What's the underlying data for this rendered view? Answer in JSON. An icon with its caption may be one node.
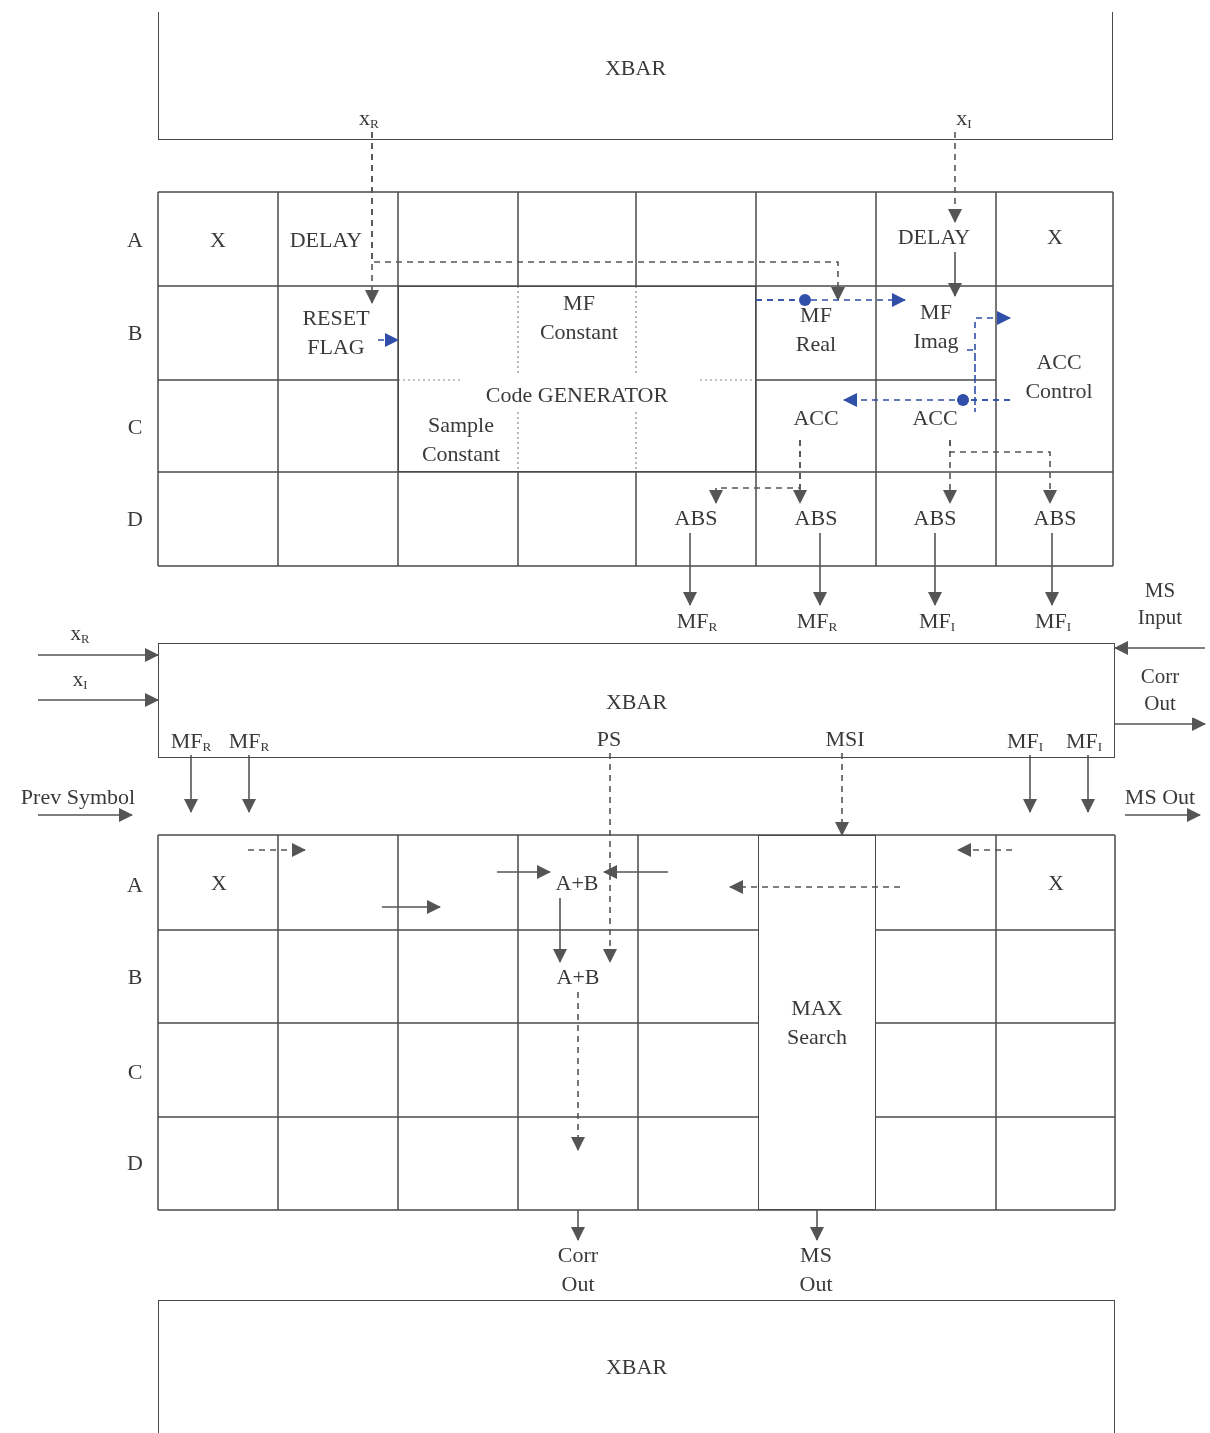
{
  "diagram": {
    "nodes": [
      {
        "text": [
          "XBAR"
        ]
      },
      {
        "text": [
          "x$_{R}$"
        ],
        "in": 0
      },
      {
        "text": [
          "x$_{I}$"
        ],
        "in": 0
      },
      {
        "text": [
          "X"
        ]
      },
      {
        "text": [
          "DELAY"
        ]
      },
      {
        "text": [
          "DELAY"
        ]
      },
      {
        "text": [
          "X"
        ]
      },
      {
        "text": [
          "RESET FLAG"
        ]
      },
      {
        "text": [
          "Code GENERATOR"
        ]
      },
      {
        "text": [
          "MF Constant"
        ],
        "in": 8
      },
      {
        "text": [
          "Sample Constant"
        ],
        "in": 8
      },
      {
        "text": [
          "MF Real"
        ]
      },
      {
        "text": [
          "MF Imag"
        ]
      },
      {
        "text": [
          "ACC Control"
        ]
      },
      {
        "text": [
          "ACC"
        ]
      },
      {
        "text": [
          "ACC"
        ]
      },
      {
        "text": [
          "ABS"
        ]
      },
      {
        "text": [
          "ABS"
        ]
      },
      {
        "text": [
          "ABS"
        ]
      },
      {
        "text": [
          "ABS"
        ]
      },
      {
        "text": [
          "MF$_{R}$"
        ]
      },
      {
        "text": [
          "MF$_{R}$"
        ]
      },
      {
        "text": [
          "MF$_{I}$"
        ]
      },
      {
        "text": [
          "MF$_{I}$"
        ]
      },
      {
        "text": [
          "XBAR"
        ]
      },
      {
        "text": [
          "MF$_{R}$"
        ],
        "in": 24
      },
      {
        "text": [
          "MF$_{R}$"
        ],
        "in": 24
      },
      {
        "text": [
          "PS"
        ],
        "in": 24
      },
      {
        "text": [
          "MSI"
        ],
        "in": 24
      },
      {
        "text": [
          "MF$_{I}$"
        ],
        "in": 24
      },
      {
        "text": [
          "MF$_{I}$"
        ],
        "in": 24
      },
      {
        "text": [
          "X"
        ]
      },
      {
        "text": [
          "A+B"
        ]
      },
      {
        "text": [
          "MAX Search"
        ]
      },
      {
        "text": [
          "X"
        ]
      },
      {
        "text": [
          "A+B"
        ]
      },
      {
        "text": [
          "Corr Out"
        ]
      },
      {
        "text": [
          "MS Out"
        ]
      },
      {
        "text": [
          "XBAR"
        ]
      }
    ],
    "edges": [
      {
        "from": 1,
        "to": 7,
        "arrow": "to",
        "style": "dashed"
      },
      {
        "from": 1,
        "to": 11,
        "arrow": "to",
        "style": "dashed"
      },
      {
        "from": 2,
        "to": 5,
        "arrow": "to",
        "style": "dashed"
      },
      {
        "from": 5,
        "to": 12,
        "arrow": "to"
      },
      {
        "from": 7,
        "to": 8,
        "arrow": "to",
        "style": "dashed",
        "color": "#2f4fa8"
      },
      {
        "from": 8,
        "to": 11,
        "arrow": "other",
        "style": "dashed",
        "color": "#2f4fa8"
      },
      {
        "from": 8,
        "to": 12,
        "arrow": "to",
        "style": "dashed",
        "color": "#2f4fa8"
      },
      {
        "from": 12,
        "to": 13,
        "arrow": "to",
        "style": "dashed",
        "color": "#2f4fa8"
      },
      {
        "from": 13,
        "to": 14,
        "arrow": "to",
        "style": "dashed",
        "color": "#2f4fa8"
      },
      {
        "from": 13,
        "to": 15,
        "arrow": "other",
        "style": "dashed",
        "color": "#2f4fa8"
      },
      {
        "from": 14,
        "to": 16,
        "arrow": "to",
        "style": "dashed"
      },
      {
        "from": 14,
        "to": 17,
        "arrow": "to",
        "style": "dashed"
      },
      {
        "from": 15,
        "to": 18,
        "arrow": "to",
        "style": "dashed"
      },
      {
        "from": 15,
        "to": 19,
        "arrow": "to",
        "style": "dashed"
      },
      {
        "from": 16,
        "to": 20,
        "arrow": "to"
      },
      {
        "from": 17,
        "to": 21,
        "arrow": "to"
      },
      {
        "from": 18,
        "to": 22,
        "arrow": "to"
      },
      {
        "from": 19,
        "to": 23,
        "arrow": "to"
      },
      {
        "from": null,
        "to": 24,
        "arrow": "to",
        "label": "x$_{R}$"
      },
      {
        "from": null,
        "to": 24,
        "arrow": "to",
        "label": "x$_{I}$"
      },
      {
        "from": null,
        "to": 24,
        "arrow": "to",
        "label": "MS Input"
      },
      {
        "from": 24,
        "to": null,
        "arrow": "to",
        "label": "Corr Out"
      },
      {
        "from": 25,
        "to": null,
        "arrow": "to"
      },
      {
        "from": 26,
        "to": null,
        "arrow": "to"
      },
      {
        "from": 29,
        "to": null,
        "arrow": "to"
      },
      {
        "from": 30,
        "to": null,
        "arrow": "to"
      },
      {
        "from": 27,
        "to": 35,
        "arrow": "to",
        "style": "dashed"
      },
      {
        "from": 28,
        "to": 33,
        "arrow": "to",
        "style": "dashed"
      },
      {
        "from": null,
        "to": 32,
        "arrow": "to"
      },
      {
        "from": null,
        "to": 32,
        "arrow": "to"
      },
      {
        "from": 32,
        "to": 35,
        "arrow": "to"
      },
      {
        "from": 35,
        "to": null,
        "arrow": "to",
        "style": "dashed"
      },
      {
        "from": null,
        "to": 36,
        "arrow": "to"
      },
      {
        "from": 33,
        "to": 37,
        "arrow": "to"
      }
    ],
    "labels": [
      "A",
      "B",
      "C",
      "D",
      "Prev Symbol",
      "MS Out",
      "A",
      "B",
      "C",
      "D"
    ]
  }
}
